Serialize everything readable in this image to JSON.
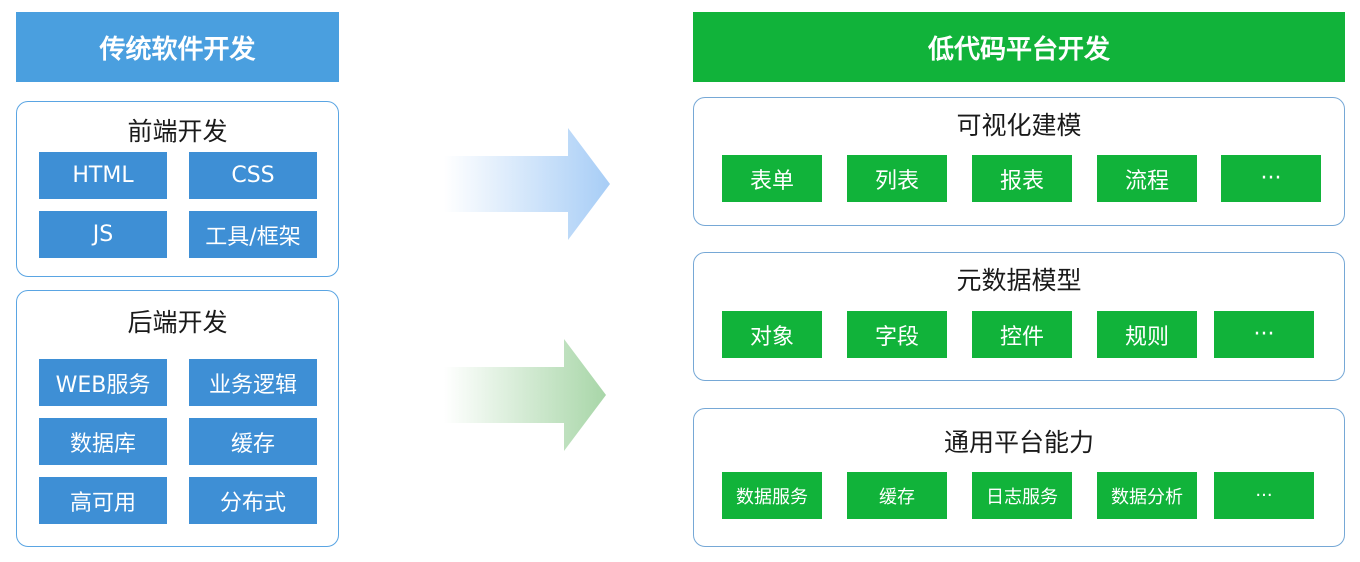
{
  "left": {
    "title": "传统软件开发",
    "frontend": {
      "title": "前端开发",
      "items": [
        "HTML",
        "CSS",
        "JS",
        "工具/框架"
      ]
    },
    "backend": {
      "title": "后端开发",
      "items": [
        "WEB服务",
        "业务逻辑",
        "数据库",
        "缓存",
        "高可用",
        "分布式"
      ]
    }
  },
  "right": {
    "title": "低代码平台开发",
    "visual": {
      "title": "可视化建模",
      "items": [
        "表单",
        "列表",
        "报表",
        "流程",
        "···"
      ]
    },
    "meta": {
      "title": "元数据模型",
      "items": [
        "对象",
        "字段",
        "控件",
        "规则",
        "···"
      ]
    },
    "platform": {
      "title": "通用平台能力",
      "items": [
        "数据服务",
        "缓存",
        "日志服务",
        "数据分析",
        "···"
      ]
    }
  },
  "colors": {
    "left_header": "#4a9fdf",
    "left_chip": "#3e8fd5",
    "right_header": "#11b33a",
    "right_chip": "#11b33a",
    "arrow_top": "#a7cdf6",
    "arrow_bottom": "#a8d6a8"
  }
}
